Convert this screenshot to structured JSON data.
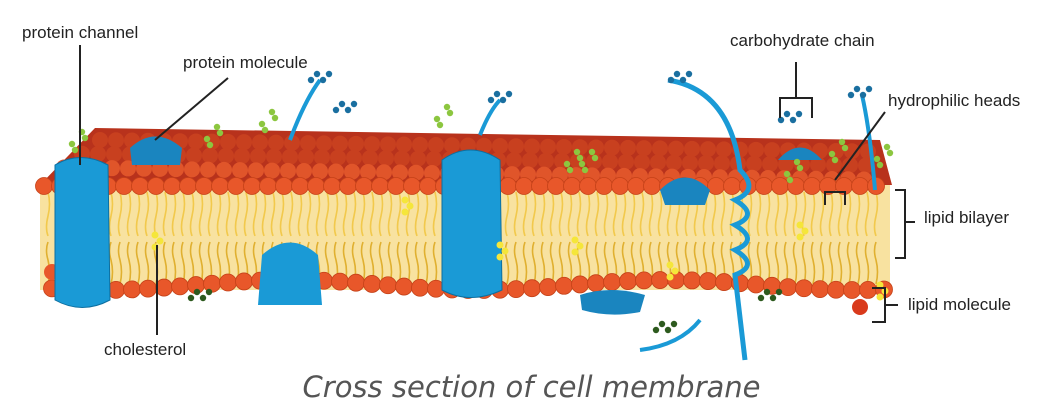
{
  "labels": {
    "protein_channel": "protein channel",
    "protein_molecule": "protein molecule",
    "carbohydrate_chain": "carbohydrate chain",
    "hydrophilic_heads": "hydrophilic heads",
    "lipid_bilayer": "lipid bilayer",
    "lipid_molecule": "lipid molecule",
    "cholesterol": "cholesterol"
  },
  "caption": "Cross section of cell membrane",
  "colors": {
    "head": "#e8572a",
    "back_surface": "#b8321c",
    "tail": "#f2c94c",
    "protein": "#1a9ad6",
    "cholesterol": "#f5e63a",
    "carbohydrate": "#8cc63f",
    "leader_line": "#222222"
  }
}
